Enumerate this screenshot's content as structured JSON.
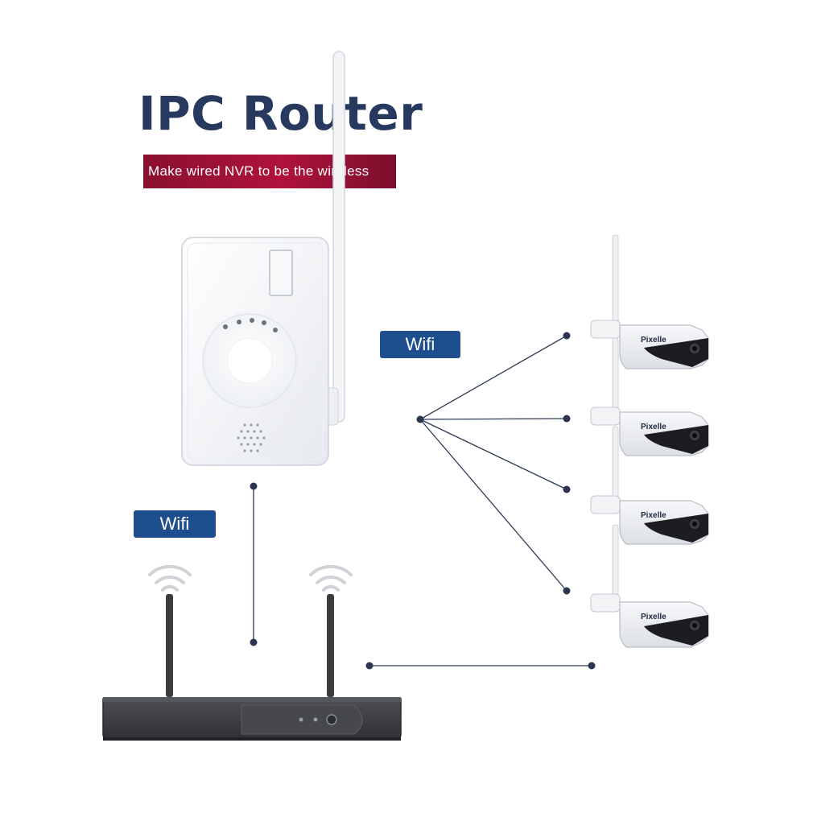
{
  "diagram": {
    "title": "IPC Router",
    "subtitle": "Make wired NVR to be the wireless",
    "wifi_label_right": "Wifi",
    "wifi_label_left": "Wifi",
    "camera_brand": "Pixelle"
  },
  "colors": {
    "title": "#27395f",
    "subtitle_bg": "#a2113a",
    "badge_bg": "#1f4e8f",
    "connector": "#2d3a55",
    "device_white": "#f4f6f8",
    "camera_black": "#1c1d22",
    "nvr_body": "#3a3c40"
  },
  "icons": [
    "router-device",
    "ipc-camera",
    "nvr-recorder",
    "wifi-signal-icon",
    "antenna"
  ]
}
